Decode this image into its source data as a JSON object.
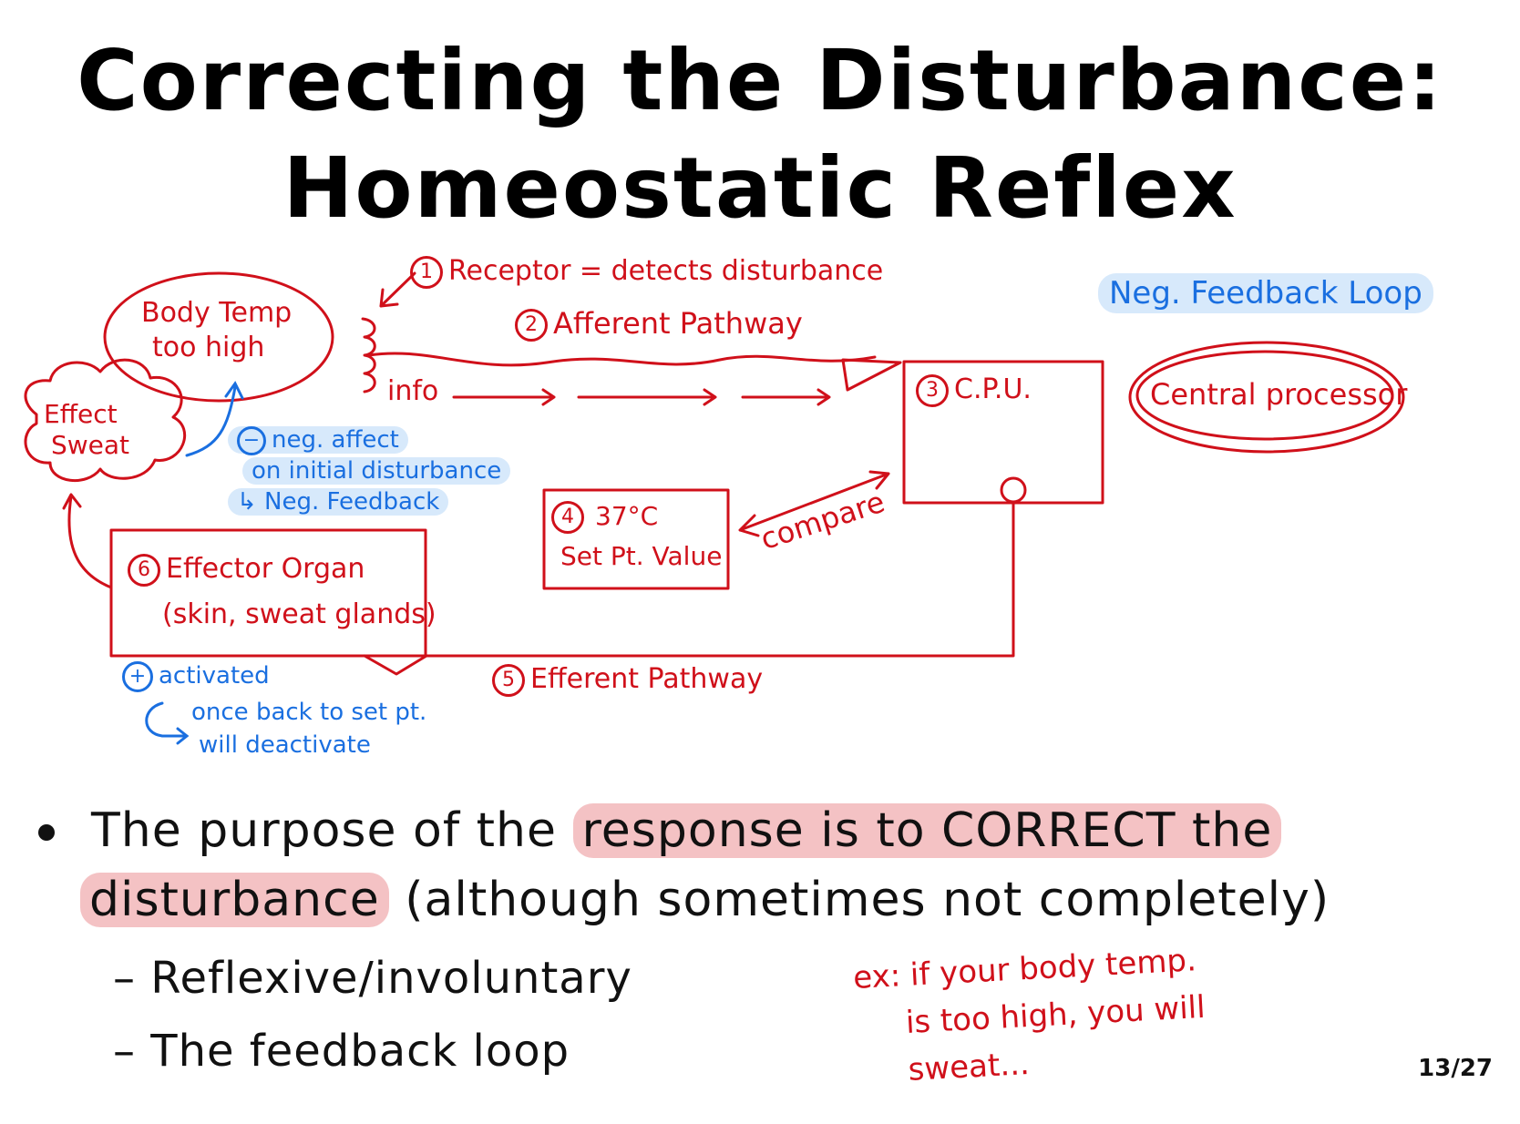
{
  "title": {
    "line1": "Correcting the Disturbance:",
    "line2": "Homeostatic Reflex"
  },
  "diagram": {
    "stimulus": {
      "line1": "Body Temp",
      "line2": "too high"
    },
    "effect": {
      "line1": "Effect",
      "line2": "Sweat"
    },
    "receptor": {
      "number": "1",
      "label": "Receptor = detects disturbance"
    },
    "afferent": {
      "number": "2",
      "label": "Afferent Pathway"
    },
    "info_label": "info",
    "cpu": {
      "number": "3",
      "label": "C.P.U."
    },
    "set_point": {
      "number": "4",
      "value": "37°C",
      "label": "Set Pt. Value"
    },
    "compare_label": "compare",
    "efferent": {
      "number": "5",
      "label": "Efferent Pathway"
    },
    "effector": {
      "number": "6",
      "label": "Effector Organ",
      "detail": "(skin, sweat glands)"
    },
    "central_processor": "Central processor",
    "neg_feedback_loop": "Neg. Feedback Loop",
    "neg_note": {
      "sign": "−",
      "line1": "neg. affect",
      "line2": "on initial disturbance",
      "line3": "↳ Neg. Feedback"
    },
    "pos_note": {
      "sign": "+",
      "line1": "activated",
      "line2": "once back to set pt.",
      "line3": "will deactivate"
    }
  },
  "bullets": {
    "main_plain_1": "The purpose of the ",
    "main_hl_1": "response is to CORRECT the",
    "main_hl_2": "disturbance",
    "main_plain_2": " (although sometimes not completely)",
    "sub_1": "– Reflexive/involuntary",
    "sub_2": "– The feedback loop"
  },
  "example_note": {
    "line1": "ex: if your body temp.",
    "line2": "is too high, you will",
    "line3": "sweat..."
  },
  "page_number": "13/27",
  "colors": {
    "red": "#d0101a",
    "blue": "#1a6fe0",
    "blue_highlight": "#d7e9fb",
    "red_highlight": "#f4c2c4"
  }
}
